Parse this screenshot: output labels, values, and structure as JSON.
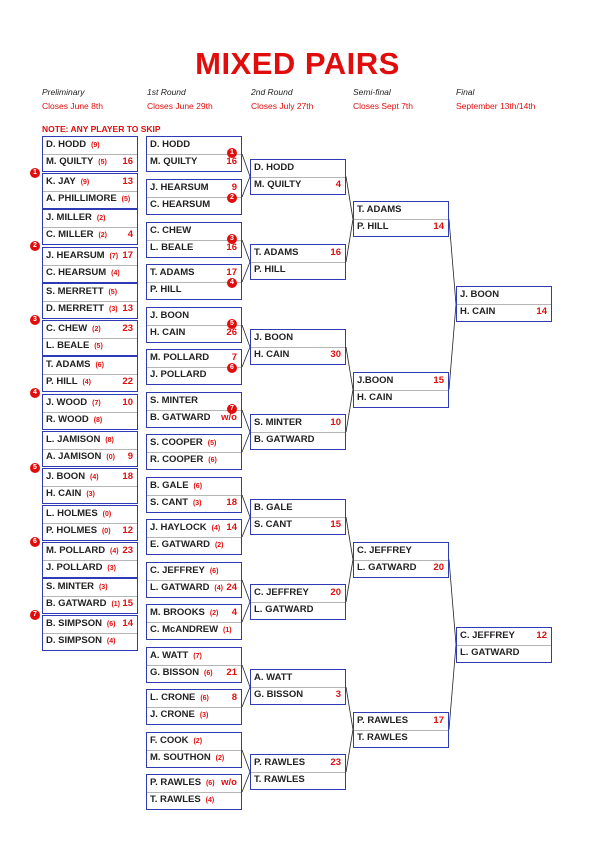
{
  "title": "MIXED PAIRS",
  "note": "NOTE: ANY PLAYER TO SKIP",
  "rounds": [
    {
      "name": "Preliminary",
      "closes": "Closes June 8th"
    },
    {
      "name": "1st Round",
      "closes": "Closes June 29th"
    },
    {
      "name": "2nd Round",
      "closes": "Closes July 27th"
    },
    {
      "name": "Semi-final",
      "closes": "Closes Sept 7th"
    },
    {
      "name": "Final",
      "closes": "September 13th/14th"
    }
  ],
  "preliminary": [
    {
      "p1": "D. HODD",
      "h1": "(9)",
      "p2": "M. QUILTY",
      "h2": "(5)",
      "s1": "",
      "s2": "16"
    },
    {
      "p1": "K. JAY",
      "h1": "(9)",
      "p2": "A. PHILLIMORE",
      "h2": "(5)",
      "s1": "13",
      "s2": ""
    },
    {
      "p1": "J. MILLER",
      "h1": "(2)",
      "p2": "C. MILLER",
      "h2": "(2)",
      "s1": "",
      "s2": "4"
    },
    {
      "p1": "J. HEARSUM",
      "h1": "(7)",
      "p2": "C. HEARSUM",
      "h2": "(4)",
      "s1": "17",
      "s2": ""
    },
    {
      "p1": "S. MERRETT",
      "h1": "(5)",
      "p2": "D. MERRETT",
      "h2": "(3)",
      "s1": "",
      "s2": "13"
    },
    {
      "p1": "C. CHEW",
      "h1": "(2)",
      "p2": "L. BEALE",
      "h2": "(5)",
      "s1": "23",
      "s2": ""
    },
    {
      "p1": "T. ADAMS",
      "h1": "(6)",
      "p2": "P. HILL",
      "h2": "(4)",
      "s1": "",
      "s2": "22"
    },
    {
      "p1": "J. WOOD",
      "h1": "(7)",
      "p2": "R. WOOD",
      "h2": "(8)",
      "s1": "10",
      "s2": ""
    },
    {
      "p1": "L. JAMISON",
      "h1": "(8)",
      "p2": "A. JAMISON",
      "h2": "(0)",
      "s1": "",
      "s2": "9"
    },
    {
      "p1": "J. BOON",
      "h1": "(4)",
      "p2": "H. CAIN",
      "h2": "(3)",
      "s1": "18",
      "s2": ""
    },
    {
      "p1": "L. HOLMES",
      "h1": "(0)",
      "p2": "P. HOLMES",
      "h2": "(0)",
      "s1": "",
      "s2": "12"
    },
    {
      "p1": "M. POLLARD",
      "h1": "(4)",
      "p2": "J. POLLARD",
      "h2": "(3)",
      "s1": "23",
      "s2": ""
    },
    {
      "p1": "S. MINTER",
      "h1": "(3)",
      "p2": "B. GATWARD",
      "h2": "(1)",
      "s1": "",
      "s2": "15"
    },
    {
      "p1": "B. SIMPSON",
      "h1": "(6)",
      "p2": "D. SIMPSON",
      "h2": "(4)",
      "s1": "14",
      "s2": ""
    }
  ],
  "prelim_badges": [
    "1",
    "2",
    "3",
    "4",
    "5",
    "6",
    "7"
  ],
  "round1": [
    {
      "p1": "D. HODD",
      "h1": "",
      "p2": "M. QUILTY",
      "h2": "",
      "s1": "",
      "s2": "16",
      "b1": "1",
      "b2": ""
    },
    {
      "p1": "J. HEARSUM",
      "h1": "",
      "p2": "C. HEARSUM",
      "h2": "",
      "s1": "9",
      "s2": "",
      "b1": "",
      "b2": "2"
    },
    {
      "p1": "C. CHEW",
      "h1": "",
      "p2": "L. BEALE",
      "h2": "",
      "s1": "",
      "s2": "16",
      "b1": "3",
      "b2": ""
    },
    {
      "p1": "T. ADAMS",
      "h1": "",
      "p2": "P. HILL",
      "h2": "",
      "s1": "17",
      "s2": "",
      "b1": "",
      "b2": "4"
    },
    {
      "p1": "J. BOON",
      "h1": "",
      "p2": "H. CAIN",
      "h2": "",
      "s1": "",
      "s2": "26",
      "b1": "5",
      "b2": ""
    },
    {
      "p1": "M. POLLARD",
      "h1": "",
      "p2": "J. POLLARD",
      "h2": "",
      "s1": "7",
      "s2": "",
      "b1": "",
      "b2": "6"
    },
    {
      "p1": "S. MINTER",
      "h1": "",
      "p2": "B. GATWARD",
      "h2": "",
      "s1": "",
      "s2": "w/o",
      "b1": "7",
      "b2": ""
    },
    {
      "p1": "S. COOPER",
      "h1": "(5)",
      "p2": "R. COOPER",
      "h2": "(6)",
      "s1": "",
      "s2": "",
      "b1": "",
      "b2": ""
    },
    {
      "p1": "B. GALE",
      "h1": "(6)",
      "p2": "S. CANT",
      "h2": "(3)",
      "s1": "",
      "s2": "18",
      "b1": "",
      "b2": ""
    },
    {
      "p1": "J. HAYLOCK",
      "h1": "(4)",
      "p2": "E. GATWARD",
      "h2": "(2)",
      "s1": "14",
      "s2": "",
      "b1": "",
      "b2": ""
    },
    {
      "p1": "C. JEFFREY",
      "h1": "(6)",
      "p2": "L. GATWARD",
      "h2": "(4)",
      "s1": "",
      "s2": "24",
      "b1": "",
      "b2": ""
    },
    {
      "p1": "M. BROOKS",
      "h1": "(2)",
      "p2": "C. McANDREW",
      "h2": "(1)",
      "s1": "4",
      "s2": "",
      "b1": "",
      "b2": ""
    },
    {
      "p1": "A. WATT",
      "h1": "(7)",
      "p2": "G. BISSON",
      "h2": "(6)",
      "s1": "",
      "s2": "21",
      "b1": "",
      "b2": ""
    },
    {
      "p1": "L. CRONE",
      "h1": "(6)",
      "p2": "J. CRONE",
      "h2": "(3)",
      "s1": "8",
      "s2": "",
      "b1": "",
      "b2": ""
    },
    {
      "p1": "F. COOK",
      "h1": "(2)",
      "p2": "M. SOUTHON",
      "h2": "(2)",
      "s1": "",
      "s2": "",
      "b1": "",
      "b2": ""
    },
    {
      "p1": "P. RAWLES",
      "h1": "(6)",
      "p2": "T. RAWLES",
      "h2": "(4)",
      "s1": "w/o",
      "s2": "",
      "b1": "",
      "b2": ""
    }
  ],
  "round2": [
    {
      "p1": "D. HODD",
      "p2": "M. QUILTY",
      "s1": "",
      "s2": "4"
    },
    {
      "p1": "T. ADAMS",
      "p2": "P. HILL",
      "s1": "16",
      "s2": ""
    },
    {
      "p1": "J. BOON",
      "p2": "H. CAIN",
      "s1": "",
      "s2": "30"
    },
    {
      "p1": "S. MINTER",
      "p2": "B. GATWARD",
      "s1": "10",
      "s2": ""
    },
    {
      "p1": "B. GALE",
      "p2": "S. CANT",
      "s1": "",
      "s2": "15"
    },
    {
      "p1": "C. JEFFREY",
      "p2": "L. GATWARD",
      "s1": "20",
      "s2": ""
    },
    {
      "p1": "A. WATT",
      "p2": "G. BISSON",
      "s1": "",
      "s2": "3"
    },
    {
      "p1": "P. RAWLES",
      "p2": "T. RAWLES",
      "s1": "23",
      "s2": ""
    }
  ],
  "semifinal": [
    {
      "p1": "T. ADAMS",
      "p2": "P. HILL",
      "s1": "",
      "s2": "14"
    },
    {
      "p1": "J.BOON",
      "p2": "H. CAIN",
      "s1": "15",
      "s2": ""
    },
    {
      "p1": "C. JEFFREY",
      "p2": "L. GATWARD",
      "s1": "",
      "s2": "20"
    },
    {
      "p1": "P. RAWLES",
      "p2": "T. RAWLES",
      "s1": "17",
      "s2": ""
    }
  ],
  "final": [
    {
      "p1": "J. BOON",
      "p2": "H. CAIN",
      "s1": "",
      "s2": "14"
    },
    {
      "p1": "C. JEFFREY",
      "p2": "L. GATWARD",
      "s1": "12",
      "s2": ""
    }
  ]
}
